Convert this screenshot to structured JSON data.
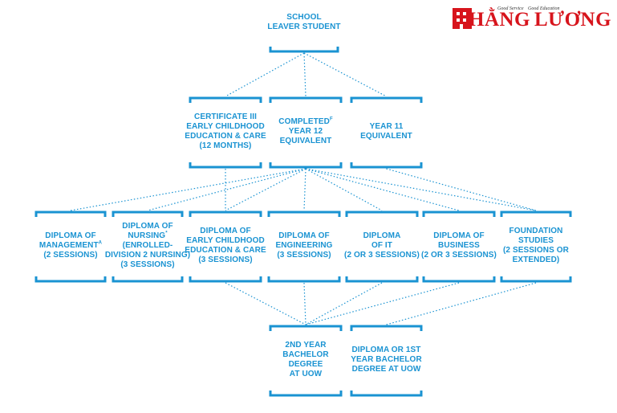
{
  "colors": {
    "accent": "#1a93d2",
    "brand": "#d7141c"
  },
  "logo": {
    "word_left": "HẰNG",
    "word_right": "LƯƠNG",
    "tagline_left": "Good Service",
    "tagline_right": "Good Education"
  },
  "nodes": {
    "school": {
      "lines": [
        "SCHOOL",
        "LEAVER STUDENT"
      ]
    },
    "cert3": {
      "lines": [
        "CERTIFICATE III",
        "EARLY CHILDHOOD",
        "EDUCATION & CARE",
        "(12 MONTHS)"
      ]
    },
    "year12": {
      "lines": [
        "COMPLETED",
        "YEAR 12",
        "EQUIVALENT"
      ],
      "marker": "F"
    },
    "year11": {
      "lines": [
        "YEAR 11",
        "EQUIVALENT"
      ]
    },
    "mgmt": {
      "lines": [
        "DIPLOMA OF",
        "MANAGEMENT",
        "(2 SESSIONS)"
      ],
      "marker": "A"
    },
    "nursing": {
      "lines": [
        "DIPLOMA OF",
        "NURSING",
        "(ENROLLED-",
        "DIVISION 2 NURSING)",
        "(3 SESSIONS)"
      ],
      "marker": "*"
    },
    "ece": {
      "lines": [
        "DIPLOMA OF",
        "EARLY CHILDHOOD",
        "EDUCATION & CARE",
        "(3 SESSIONS)"
      ]
    },
    "eng": {
      "lines": [
        "DIPLOMA OF",
        "ENGINEERING",
        "(3 SESSIONS)"
      ]
    },
    "it": {
      "lines": [
        "DIPLOMA",
        "OF IT",
        "(2 OR 3 SESSIONS)"
      ]
    },
    "biz": {
      "lines": [
        "DIPLOMA OF",
        "BUSINESS",
        "(2 OR 3 SESSIONS)"
      ]
    },
    "found": {
      "lines": [
        "FOUNDATION",
        "STUDIES",
        "(2 SESSIONS OR",
        "EXTENDED)"
      ]
    },
    "bach2": {
      "lines": [
        "2ND YEAR",
        "BACHELOR",
        "DEGREE",
        "AT UOW"
      ]
    },
    "bach1": {
      "lines": [
        "DIPLOMA OR 1ST",
        "YEAR BACHELOR",
        "DEGREE AT UOW"
      ]
    }
  },
  "edges": [
    [
      "school",
      "cert3"
    ],
    [
      "school",
      "year12"
    ],
    [
      "school",
      "year11"
    ],
    [
      "cert3",
      "ece"
    ],
    [
      "year12",
      "mgmt"
    ],
    [
      "year12",
      "nursing"
    ],
    [
      "year12",
      "ece"
    ],
    [
      "year12",
      "eng"
    ],
    [
      "year12",
      "it"
    ],
    [
      "year12",
      "biz"
    ],
    [
      "year12",
      "found"
    ],
    [
      "year11",
      "found"
    ],
    [
      "ece",
      "bach2"
    ],
    [
      "eng",
      "bach2"
    ],
    [
      "it",
      "bach2"
    ],
    [
      "biz",
      "bach2"
    ],
    [
      "found",
      "bach1"
    ]
  ]
}
